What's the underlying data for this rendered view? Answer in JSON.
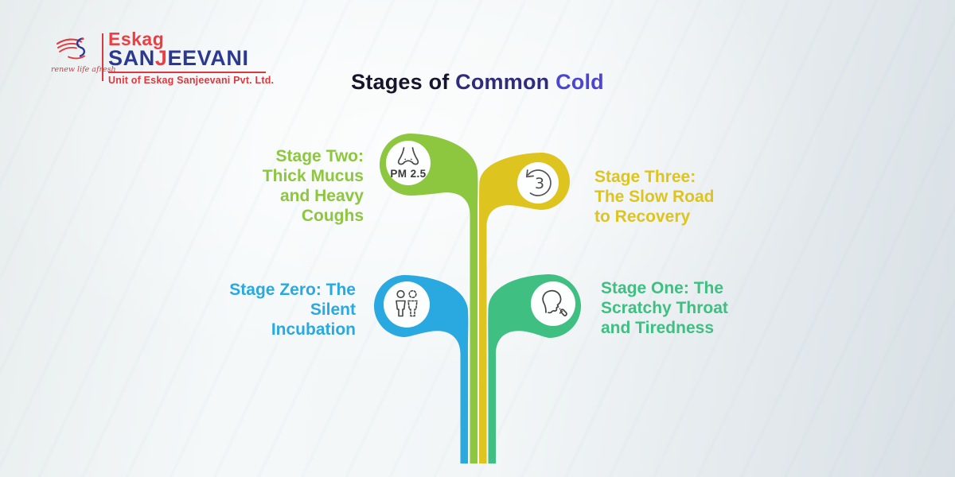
{
  "title": {
    "part1": "Stages of ",
    "part2": "Common ",
    "part3": "Cold"
  },
  "logo": {
    "brand_top": "Eskag",
    "brand_main_parts": [
      "SAN",
      "J",
      "EEVANI"
    ],
    "tagline_script": "renew life afresh",
    "unit_line": "Unit of Eskag Sanjeevani Pvt. Ltd."
  },
  "stages": [
    {
      "id": "stage-two",
      "label": "Stage Two:\nThick Mucus\nand Heavy\nCoughs",
      "color": "#8DC63F",
      "icon": "nose-pm25-icon",
      "icon_text": "PM 2.5"
    },
    {
      "id": "stage-three",
      "label": "Stage Three:\nThe Slow Road\nto Recovery",
      "color": "#DEC41F",
      "icon": "recovery-cycle-icon",
      "icon_text": "3"
    },
    {
      "id": "stage-zero",
      "label": "Stage Zero: The\nSilent\nIncubation",
      "color": "#29A9E0",
      "icon": "incubation-person-icon",
      "icon_text": ""
    },
    {
      "id": "stage-one",
      "label": "Stage One: The\nScratchy Throat\nand Tiredness",
      "color": "#3FBF82",
      "icon": "coughing-head-icon",
      "icon_text": ""
    }
  ],
  "palette": {
    "stage_two_green": "#8DC63F",
    "stage_three_yellow": "#DEC41F",
    "stage_zero_blue": "#29A9E0",
    "stage_one_emerald": "#3FBF82",
    "title_dark": "#15152B",
    "title_indigo": "#2F2C7E",
    "title_violet": "#4B45D1",
    "logo_red": "#E23B42",
    "logo_blue": "#2B3A90",
    "icon_stroke_gray": "#4A4A4A",
    "background_light": "#F4F8F9",
    "background_edge": "#D9E0E5"
  }
}
